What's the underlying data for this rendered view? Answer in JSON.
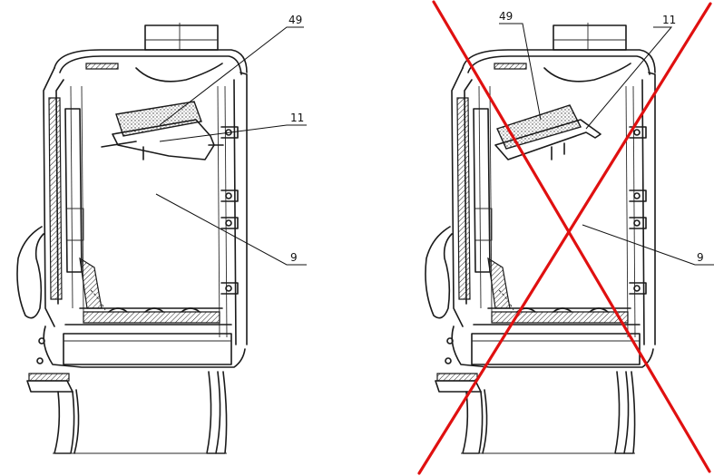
{
  "panels": [
    {
      "id": "correct",
      "labels": {
        "part_49": "49",
        "part_11": "11",
        "part_9": "9"
      }
    },
    {
      "id": "incorrect",
      "labels": {
        "part_49": "49",
        "part_11": "11",
        "part_9": "9"
      }
    }
  ],
  "colors": {
    "line": "#1a1a1a",
    "cross": "#e01010",
    "background": "#ffffff"
  },
  "marker": {
    "incorrect_panel": "red-x-cross"
  }
}
